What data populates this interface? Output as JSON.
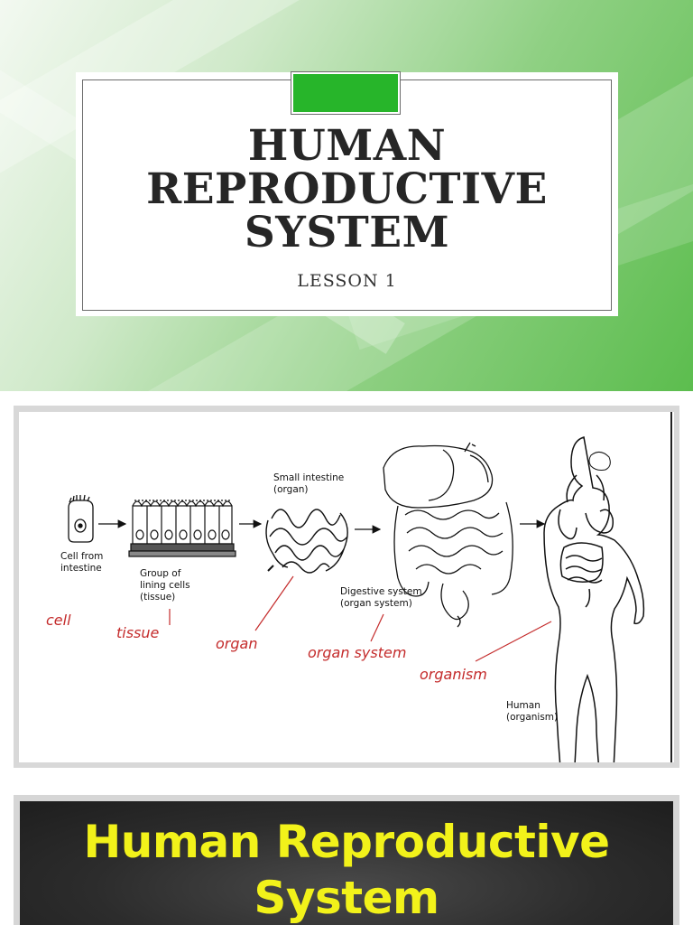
{
  "slide1": {
    "title_lines": [
      "HUMAN",
      "REPRODUCTIVE",
      "SYSTEM"
    ],
    "subtitle": "LESSON 1",
    "accent_color": "#27b52a"
  },
  "slide2": {
    "printed_labels": {
      "cell": [
        "Cell from",
        "intestine"
      ],
      "tissue": [
        "Group of",
        "lining cells",
        "(tissue)"
      ],
      "organ": [
        "Small intestine",
        "(organ)"
      ],
      "system": [
        "Digestive system",
        "(organ system)"
      ],
      "organism": [
        "Human",
        "(organism)"
      ]
    },
    "handwritten_labels": {
      "cell": "cell",
      "tissue": "tissue",
      "organ": "organ",
      "system": "organ system",
      "organism": "organism"
    },
    "handwriting_color": "#c42b2b"
  },
  "slide3": {
    "title_lines": [
      "Human Reproductive",
      "System"
    ],
    "title_color": "#f2f21a"
  }
}
